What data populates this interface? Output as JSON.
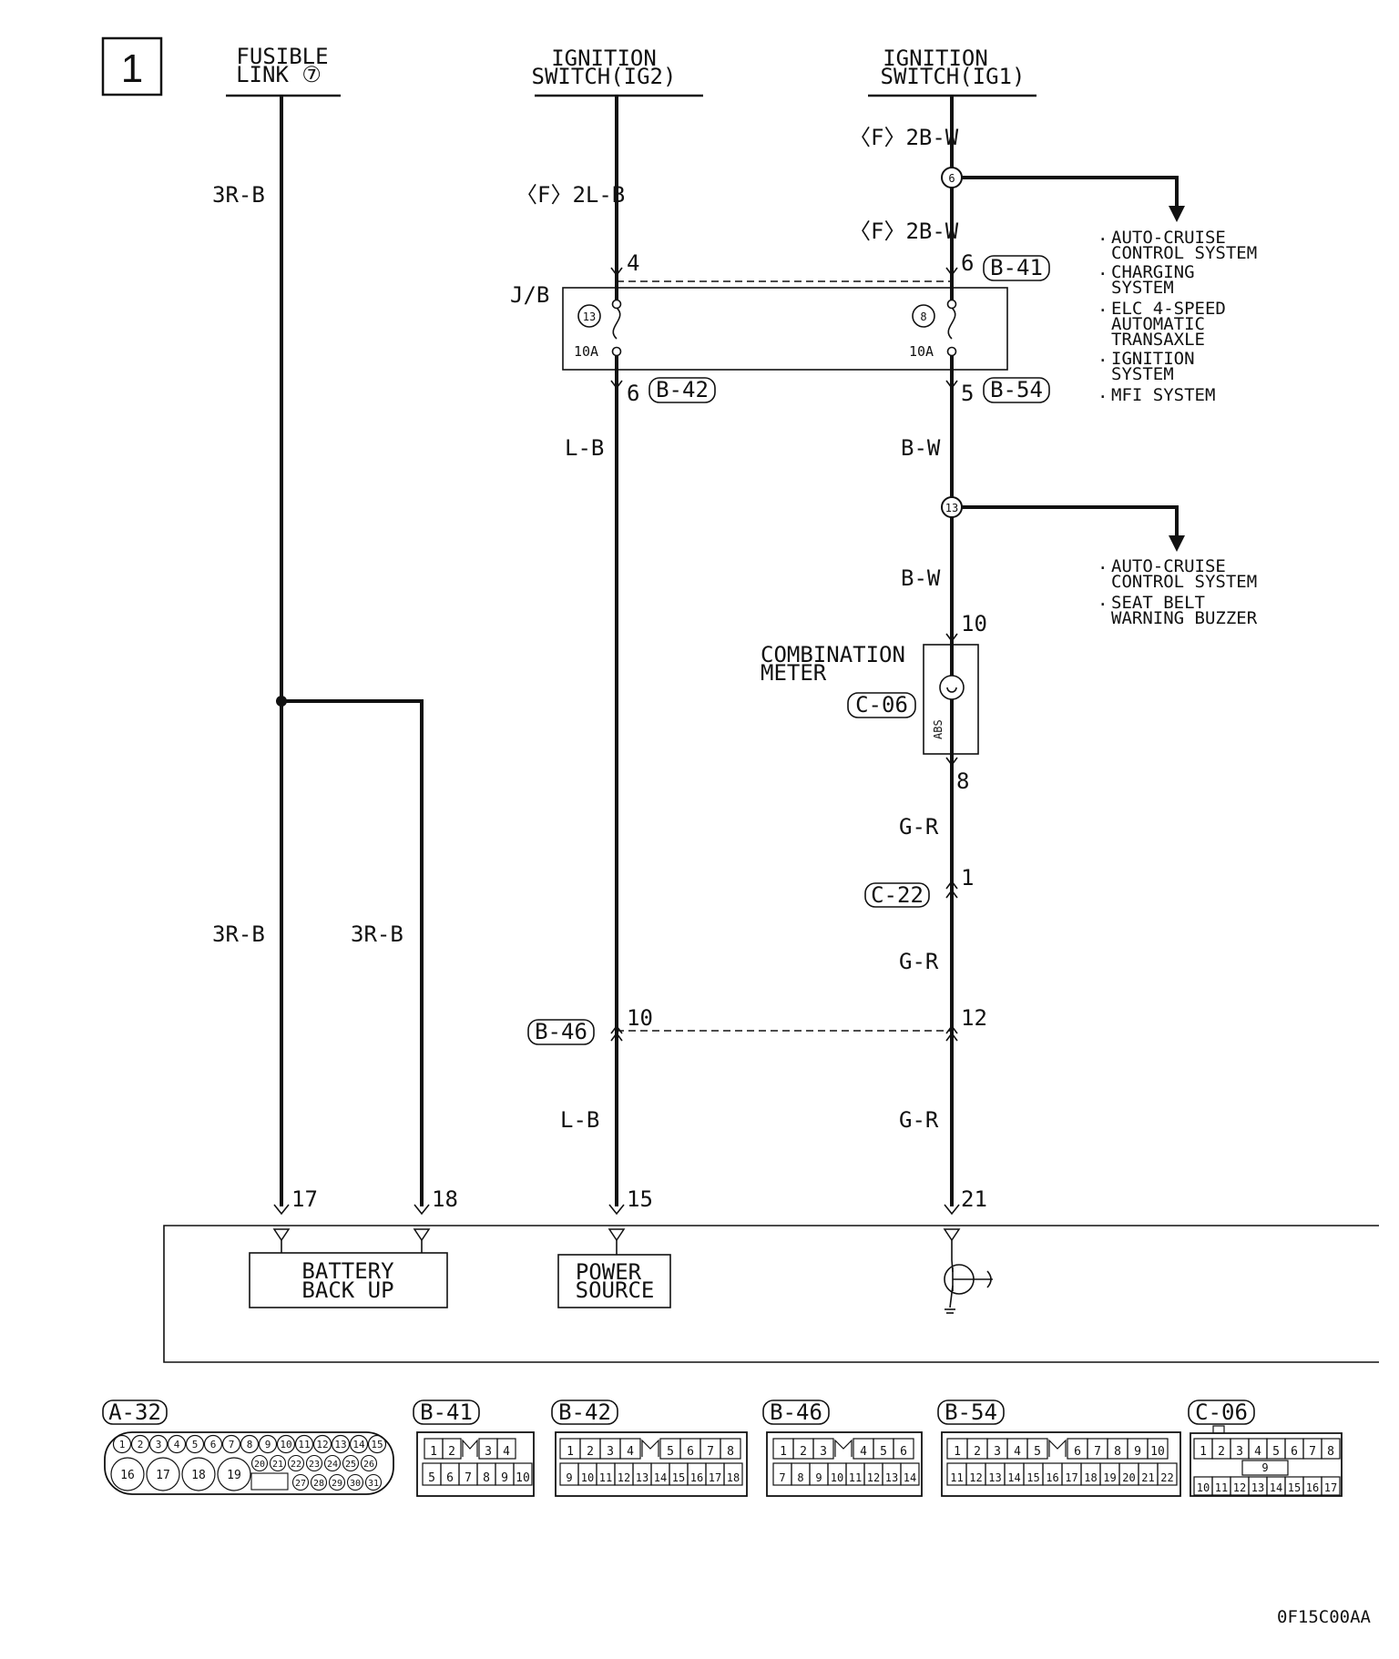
{
  "page_number": "1",
  "sources": {
    "fusible_link": [
      "FUSIBLE",
      "LINK ⑦"
    ],
    "ig2": [
      "IGNITION",
      "SWITCH(IG2)"
    ],
    "ig1": [
      "IGNITION",
      "SWITCH(IG1)"
    ]
  },
  "wires": {
    "fl_top": "3R-B",
    "fl_bottom_left": "3R-B",
    "fl_bottom_right": "3R-B",
    "ig2_top": "〈F〉2L-B",
    "ig2_mid": "L-B",
    "ig2_bottom": "L-B",
    "ig1_top": "〈F〉2B-W",
    "ig1_second": "〈F〉2B-W",
    "ig1_mid": "B-W",
    "ig1_meter": "B-W",
    "ig1_gr1": "G-R",
    "ig1_gr2": "G-R",
    "ig1_gr3": "G-R"
  },
  "junction_block": {
    "label": "J/B",
    "fuse_left_num": "13",
    "fuse_left_rating": "10A",
    "fuse_right_num": "8",
    "fuse_right_rating": "10A"
  },
  "splices": {
    "upper": "6",
    "lower": "13"
  },
  "pins": {
    "jb_in_left": "4",
    "jb_in_right": "6",
    "jb_out_left": "6",
    "jb_out_right": "5",
    "meter_in": "10",
    "meter_out": "8",
    "c22_pin": "1",
    "b46_left": "10",
    "b46_right": "12",
    "ecu_17": "17",
    "ecu_18": "18",
    "ecu_15": "15",
    "ecu_21": "21"
  },
  "connector_tags": {
    "b41": "B-41",
    "b42": "B-42",
    "b54": "B-54",
    "c06": "C-06",
    "c22": "C-22",
    "b46": "B-46"
  },
  "branch_upper": [
    [
      "AUTO-CRUISE",
      "CONTROL SYSTEM"
    ],
    [
      "CHARGING",
      "SYSTEM"
    ],
    [
      "ELC 4-SPEED",
      "AUTOMATIC",
      "TRANSAXLE"
    ],
    [
      "IGNITION",
      "SYSTEM"
    ],
    [
      "MFI SYSTEM"
    ]
  ],
  "branch_lower": [
    [
      "AUTO-CRUISE",
      "CONTROL SYSTEM"
    ],
    [
      "SEAT BELT",
      "WARNING BUZZER"
    ]
  ],
  "combination_meter": {
    "label": [
      "COMBINATION",
      "METER"
    ],
    "abs_label": "ABS"
  },
  "ecu_blocks": {
    "battery": [
      "BATTERY",
      "BACK UP"
    ],
    "power": [
      "POWER",
      "SOURCE"
    ]
  },
  "connector_views": {
    "a32": {
      "tag": "A-32",
      "row1": [
        "1",
        "2",
        "3",
        "4",
        "5",
        "6",
        "7",
        "8",
        "9",
        "10",
        "11",
        "12",
        "13",
        "14",
        "15"
      ],
      "row2_big": [
        "16",
        "17",
        "18",
        "19"
      ],
      "row2_small_top": [
        "20",
        "21",
        "22",
        "23",
        "24",
        "25",
        "26"
      ],
      "row2_small_bottom": [
        "27",
        "28",
        "29",
        "30",
        "31"
      ]
    },
    "b41": {
      "tag": "B-41",
      "row1": [
        "1",
        "2",
        "",
        "3",
        "4"
      ],
      "row2": [
        "5",
        "6",
        "7",
        "8",
        "9",
        "10"
      ]
    },
    "b42": {
      "tag": "B-42",
      "row1": [
        "1",
        "2",
        "3",
        "4",
        "",
        "5",
        "6",
        "7",
        "8"
      ],
      "row2": [
        "9",
        "10",
        "11",
        "12",
        "13",
        "14",
        "15",
        "16",
        "17",
        "18"
      ]
    },
    "b46": {
      "tag": "B-46",
      "row1": [
        "1",
        "2",
        "3",
        "",
        "4",
        "5",
        "6"
      ],
      "row2": [
        "7",
        "8",
        "9",
        "10",
        "11",
        "12",
        "13",
        "14"
      ]
    },
    "b54": {
      "tag": "B-54",
      "row1": [
        "1",
        "2",
        "3",
        "4",
        "5",
        "",
        "6",
        "7",
        "8",
        "9",
        "10"
      ],
      "row2": [
        "11",
        "12",
        "13",
        "14",
        "15",
        "16",
        "17",
        "18",
        "19",
        "20",
        "21",
        "22"
      ]
    },
    "c06": {
      "tag": "C-06",
      "row1": [
        "1",
        "2",
        "3",
        "4",
        "5",
        "6",
        "7",
        "8"
      ],
      "row_mid": [
        "9"
      ],
      "row2": [
        "10",
        "11",
        "12",
        "13",
        "14",
        "15",
        "16",
        "17"
      ]
    }
  },
  "figure_code": "0F15C00AA"
}
